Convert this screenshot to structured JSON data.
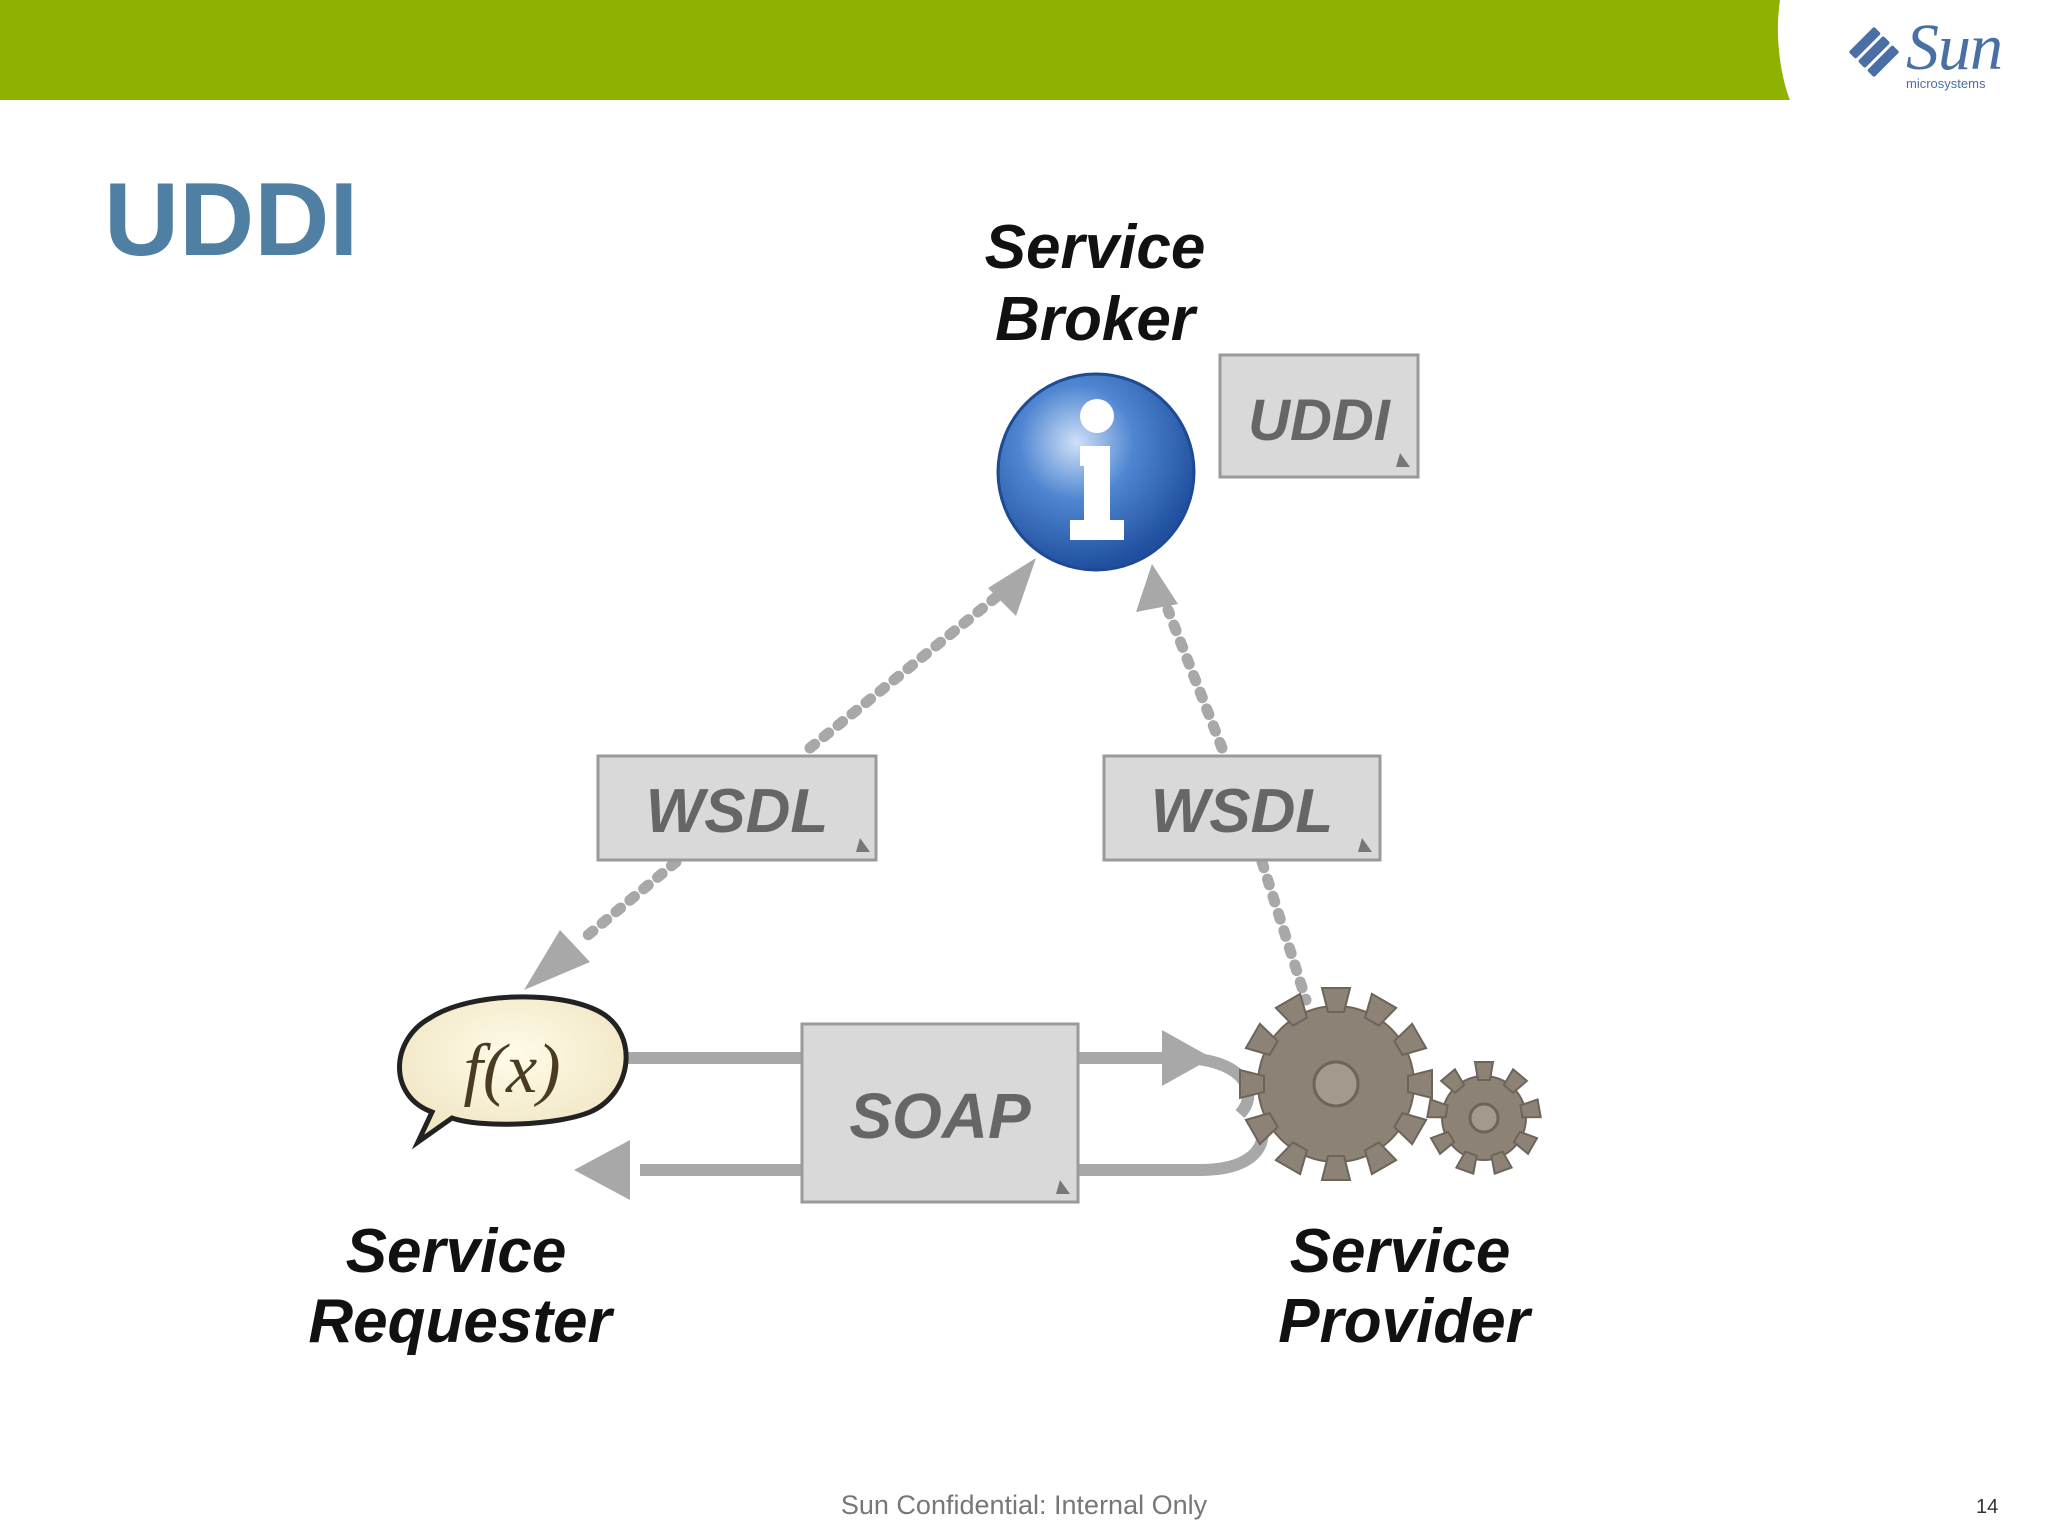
{
  "header": {
    "logo_text": "Sun",
    "logo_subtext": "microsystems",
    "bar_color": "#8fb200"
  },
  "slide": {
    "title": "UDDI",
    "title_color": "#4f7fa3"
  },
  "diagram": {
    "broker": {
      "line1": "Service",
      "line2": "Broker",
      "icon_letter": "i"
    },
    "registry_box": "UDDI",
    "wsdl_left": "WSDL",
    "wsdl_right": "WSDL",
    "soap_box": "SOAP",
    "function_icon": "f(x)",
    "requester": {
      "line1": "Service",
      "line2": "Requester"
    },
    "provider": {
      "line1": "Service",
      "line2": "Provider"
    }
  },
  "footer": {
    "confidential": "Sun Confidential: Internal Only",
    "page_number": "14"
  }
}
